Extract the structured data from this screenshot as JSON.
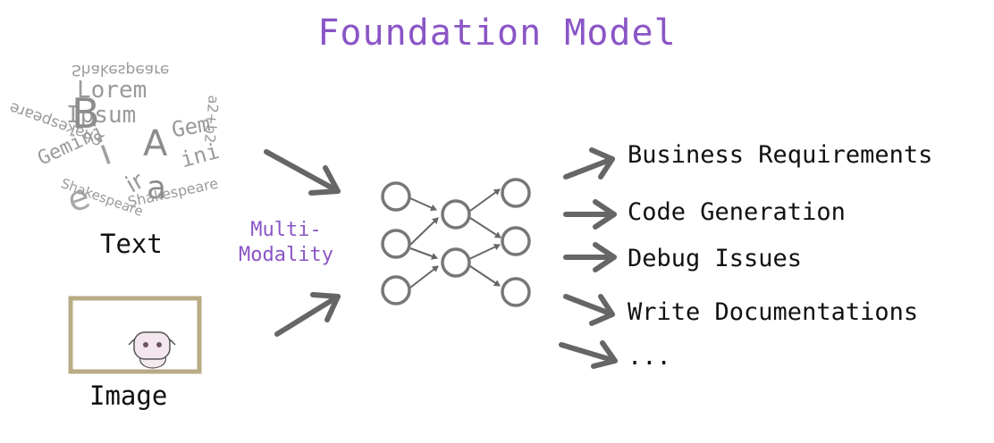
{
  "title": "Foundation Model",
  "inputs": {
    "text_label": "Text",
    "image_label": "Image",
    "modality_label_line1": "Multi-",
    "modality_label_line2": "Modality"
  },
  "word_cloud": [
    "Shakespeare",
    "Lorem",
    "Ipsum",
    "Shakespeare",
    "a2+b2",
    "Gem",
    "ini",
    "B",
    "A",
    "a",
    "e",
    "Gemini",
    "Shakespeare",
    "i",
    "ir",
    "Shakespeare"
  ],
  "outputs": [
    "Business Requirements",
    "Code Generation",
    "Debug Issues",
    "Write Documentations",
    "..."
  ],
  "colors": {
    "accent": "#8a55c6",
    "arrow": "#666666",
    "node": "#777777",
    "frame": "#b8ab85"
  }
}
